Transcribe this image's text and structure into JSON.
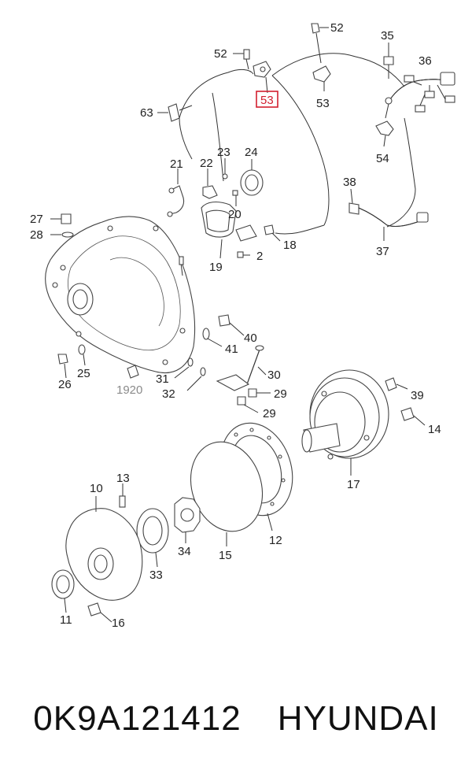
{
  "callouts": {
    "c52a": "52",
    "c52b": "52",
    "c53a": "53",
    "c53b": "53",
    "c35": "35",
    "c36": "36",
    "c54": "54",
    "c63": "63",
    "c23": "23",
    "c24": "24",
    "c22": "22",
    "c21": "21",
    "c20": "20",
    "c38": "38",
    "c27": "27",
    "c28": "28",
    "c18": "18",
    "c2": "2",
    "c19": "19",
    "c37": "37",
    "c40": "40",
    "c41": "41",
    "c25": "25",
    "c26": "26",
    "c1920": "1920",
    "c31": "31",
    "c32": "32",
    "c30": "30",
    "c29a": "29",
    "c29b": "29",
    "c39": "39",
    "c14": "14",
    "c17": "17",
    "c13": "13",
    "c10": "10",
    "c12": "12",
    "c34": "34",
    "c15": "15",
    "c33": "33",
    "c11": "11",
    "c16": "16"
  },
  "highlight_color": "#d21f2f",
  "caption": {
    "part_number": "0K9A121412",
    "brand": "HYUNDAI"
  }
}
